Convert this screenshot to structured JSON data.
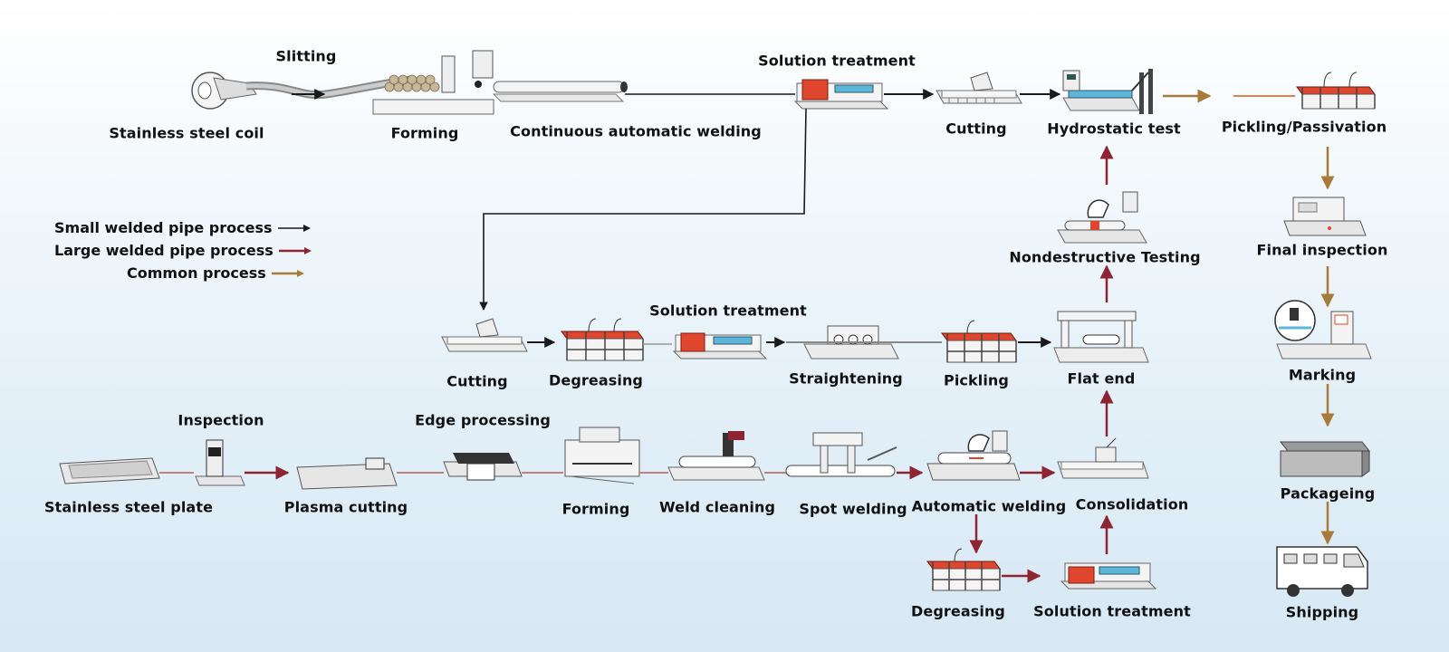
{
  "legend": {
    "small": "Small welded pipe process",
    "large": "Large welded pipe process",
    "common": "Common process"
  },
  "colors": {
    "small_process": "#1a1a1a",
    "large_process": "#8c2431",
    "common_process": "#a87b3a",
    "heater_red": "#e0452e",
    "water_blue": "#5cb6dc"
  },
  "top_row": {
    "coil": "Stainless steel coil",
    "slitting": "Slitting",
    "forming": "Forming",
    "welding": "Continuous automatic welding",
    "solution": "Solution treatment",
    "cutting": "Cutting",
    "hydro": "Hydrostatic test",
    "pickling_passivation": "Pickling/Passivation"
  },
  "middle_row": {
    "cutting": "Cutting",
    "degreasing": "Degreasing",
    "solution": "Solution treatment",
    "straightening": "Straightening",
    "pickling": "Pickling",
    "flat_end": "Flat end",
    "ndt": "Nondestructive Testing"
  },
  "bottom_row": {
    "plate": "Stainless steel plate",
    "inspection": "Inspection",
    "plasma": "Plasma cutting",
    "edge": "Edge processing",
    "forming": "Forming",
    "weld_cleaning": "Weld cleaning",
    "spot": "Spot welding",
    "auto_weld": "Automatic welding",
    "consolidation": "Consolidation",
    "degreasing": "Degreasing",
    "solution": "Solution treatment"
  },
  "right_column": {
    "final_inspection": "Final inspection",
    "marking": "Marking",
    "packaging": "Packageing",
    "shipping": "Shipping"
  }
}
